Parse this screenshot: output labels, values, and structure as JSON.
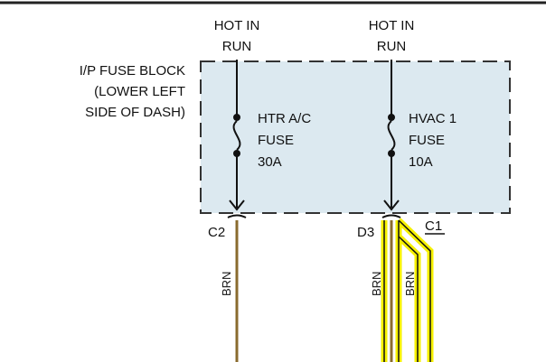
{
  "supply_labels": [
    {
      "line1": "HOT IN",
      "line2": "RUN"
    },
    {
      "line1": "HOT IN",
      "line2": "RUN"
    }
  ],
  "fuse_block": {
    "line1": "I/P FUSE BLOCK",
    "line2": "(LOWER LEFT",
    "line3": "SIDE OF DASH)"
  },
  "fuses": [
    {
      "name": "HTR A/C",
      "word": "FUSE",
      "rating": "30A"
    },
    {
      "name": "HVAC 1",
      "word": "FUSE",
      "rating": "10A"
    }
  ],
  "connectors": [
    {
      "pin": "C2",
      "wire_color": "BRN"
    },
    {
      "pin": "D3",
      "wire_color": "BRN"
    }
  ],
  "highlight_wire": {
    "connector": "C1",
    "wire_color": "BRN"
  },
  "colors": {
    "wire_brown": "#8a6b2e",
    "highlight": "#f5f000",
    "block_fill": "#dce9f0",
    "block_border": "#333333"
  }
}
